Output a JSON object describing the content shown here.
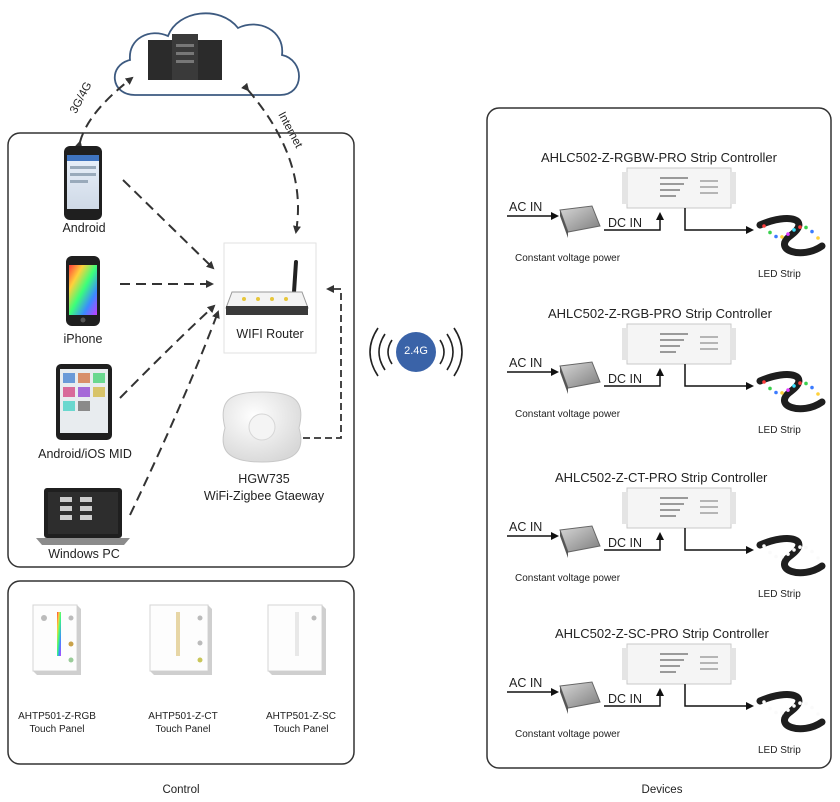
{
  "devices": {
    "android": "Android",
    "iphone": "iPhone",
    "mid": "Android/iOS MID",
    "pc": "Windows PC"
  },
  "network": {
    "router": "WIFI Router",
    "gateway_model": "HGW735",
    "gateway_desc": "WiFi-Zigbee Gtaeway",
    "mobile_link": "3G/4G",
    "internet_link": "Internet",
    "radio": "2.4G"
  },
  "touch_panels": [
    {
      "model": "AHTP501-Z-RGB",
      "type": "Touch Panel"
    },
    {
      "model": "AHTP501-Z-CT",
      "type": "Touch Panel"
    },
    {
      "model": "AHTP501-Z-SC",
      "type": "Touch Panel"
    }
  ],
  "controllers": [
    {
      "title": "AHLC502-Z-RGBW-PRO Strip Controller",
      "strip": "rgb"
    },
    {
      "title": "AHLC502-Z-RGB-PRO  Strip Controller",
      "strip": "rgb"
    },
    {
      "title": "AHLC502-Z-CT-PRO Strip Controller",
      "strip": "white"
    },
    {
      "title": "AHLC502-Z-SC-PRO Strip Controller",
      "strip": "white"
    }
  ],
  "controller_labels": {
    "ac_in": "AC IN",
    "dc_in": "DC IN",
    "power": "Constant voltage power",
    "led": "LED Strip"
  },
  "captions": {
    "control": "Control",
    "devices": "Devices"
  },
  "colors": {
    "radio_badge": "#3a63a8",
    "border": "#333333"
  }
}
